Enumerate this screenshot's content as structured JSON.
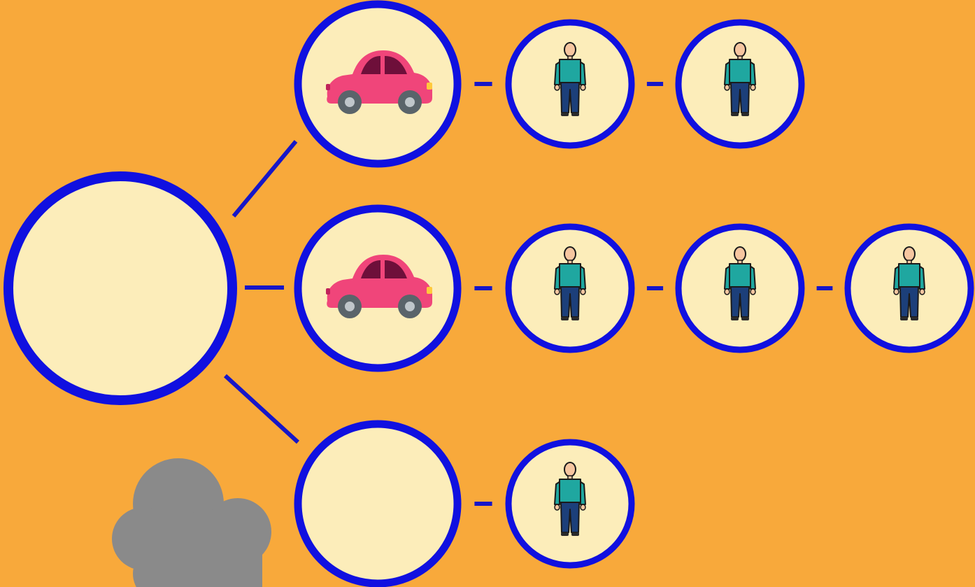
{
  "colors": {
    "background": "#F8A93B",
    "node_fill": "#FCEDBA",
    "node_ring": "#1010E0",
    "connector": "#1616C8",
    "smoke": "#8A8A8A",
    "car_body": "#F0457A",
    "car_window": "#6E0F3A",
    "car_wheel": "#5A646A",
    "car_hub": "#BFC6CA",
    "car_light": "#FFC93C",
    "person_skin": "#F6C6A0",
    "person_shirt": "#1FA7A0",
    "person_pants": "#1C3F7A",
    "person_outline": "#1A1A1A"
  },
  "diagram": {
    "root": {
      "id": "root",
      "icon": "none"
    },
    "branches": [
      {
        "id": "branch-1",
        "icon": "car-icon",
        "passengers": 2
      },
      {
        "id": "branch-2",
        "icon": "car-icon",
        "passengers": 3
      },
      {
        "id": "branch-3",
        "icon": "none",
        "passengers": 1
      }
    ]
  }
}
